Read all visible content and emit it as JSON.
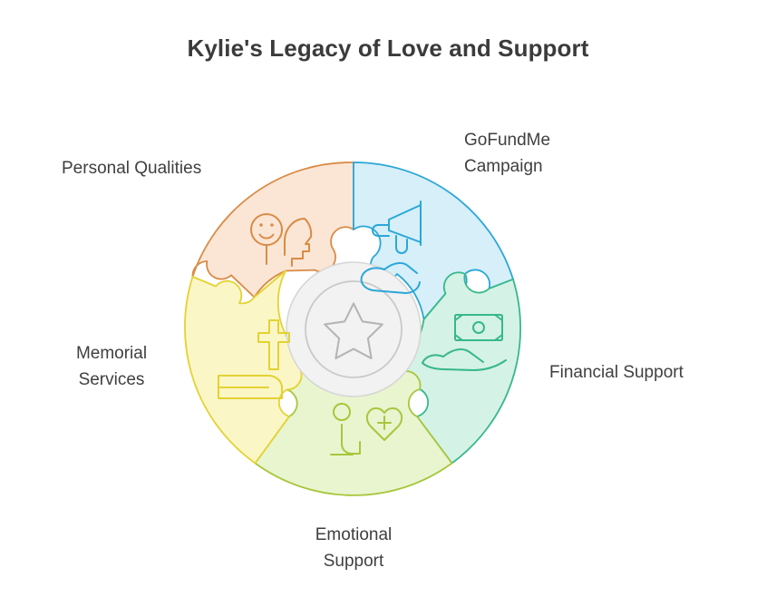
{
  "page": {
    "title": "Kylie's Legacy of Love and Support",
    "background_color": "#ffffff",
    "title_color": "#3b3b3b"
  },
  "center": {
    "icon": "star-icon",
    "hub_fill": "#f2f2f2",
    "hub_stroke": "#d6d6d6",
    "ring_stroke": "#c9c9c9",
    "star_stroke": "#b5b5b5"
  },
  "segments": [
    {
      "id": "gofundme-campaign",
      "label": "GoFundMe\nCampaign",
      "icon": "megaphone-in-hand-icon",
      "fill": "#d6eff9",
      "stroke": "#2ba7d8",
      "position": "top-right"
    },
    {
      "id": "financial-support",
      "label": "Financial Support",
      "icon": "banknote-in-hand-icon",
      "fill": "#d5f2e6",
      "stroke": "#37b88a",
      "position": "right"
    },
    {
      "id": "emotional-support",
      "label": "Emotional\nSupport",
      "icon": "person-with-heart-plus-icon",
      "fill": "#e8f5cf",
      "stroke": "#a8c63c",
      "position": "bottom"
    },
    {
      "id": "memorial-services",
      "label": "Memorial\nServices",
      "icon": "cross-and-grave-icon",
      "fill": "#fbf6c6",
      "stroke": "#e3d233",
      "position": "left"
    },
    {
      "id": "personal-qualities",
      "label": "Personal Qualities",
      "icon": "smiley-head-profile-icon",
      "fill": "#fbe6d6",
      "stroke": "#d98b45",
      "position": "top-left"
    }
  ]
}
